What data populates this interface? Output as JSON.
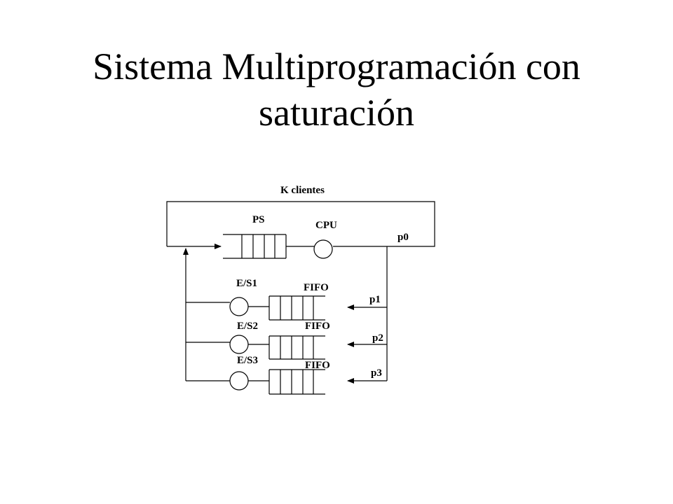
{
  "slide": {
    "title_line1": "Sistema Multiprogramación con",
    "title_line2": "saturación"
  },
  "diagram": {
    "clients_label": "K clientes",
    "ps_label": "PS",
    "cpu_label": "CPU",
    "p0_label": "p0",
    "p1_label": "p1",
    "p2_label": "p2",
    "p3_label": "p3",
    "io1_label": "E/S1",
    "io2_label": "E/S2",
    "io3_label": "E/S3",
    "fifo1_label": "FIFO",
    "fifo2_label": "FIFO",
    "fifo3_label": "FIFO"
  }
}
